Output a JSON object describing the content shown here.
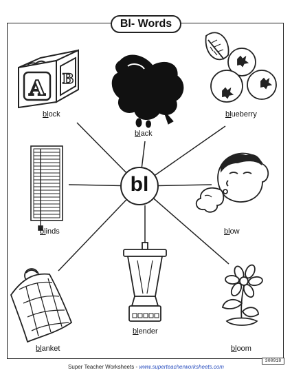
{
  "title": "Bl- Words",
  "center_label": "bl",
  "words": [
    {
      "key": "block",
      "prefix": "bl",
      "rest": "ock"
    },
    {
      "key": "black",
      "prefix": "bl",
      "rest": "ack"
    },
    {
      "key": "blueberry",
      "prefix": "bl",
      "rest": "ueberry"
    },
    {
      "key": "blinds",
      "prefix": "bl",
      "rest": "inds"
    },
    {
      "key": "blow",
      "prefix": "bl",
      "rest": "ow"
    },
    {
      "key": "blanket",
      "prefix": "bl",
      "rest": "anket"
    },
    {
      "key": "blender",
      "prefix": "bl",
      "rest": "ender"
    },
    {
      "key": "bloom",
      "prefix": "bl",
      "rest": "oom"
    }
  ],
  "cube_letters": [
    "A",
    "B"
  ],
  "footer": {
    "brand": "Super Teacher Worksheets",
    "separator": " - ",
    "url": "www.superteacherworksheets.com"
  },
  "code": "300918"
}
